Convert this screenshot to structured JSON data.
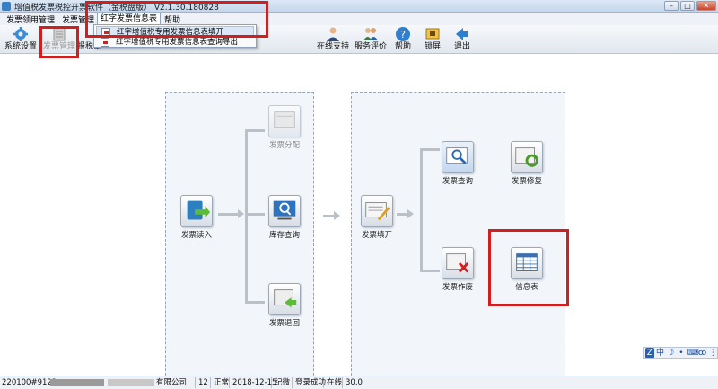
{
  "window": {
    "title": "增值税发票税控开票软件（金税盘版） V2.1.30.180828"
  },
  "menu": {
    "items": [
      "发票领用管理",
      "发票管理",
      "红字发票信息表",
      "帮助"
    ]
  },
  "dropdown": {
    "items": [
      "红字增值税专用发票信息表填开",
      "红字增值税专用发票信息表查询导出"
    ]
  },
  "toolbar": {
    "left": [
      "系统设置",
      "发票管理",
      "报税处"
    ],
    "right": [
      "在线支持",
      "服务评价",
      "帮助",
      "锁屏",
      "退出"
    ]
  },
  "flow": {
    "read": "发票读入",
    "distribute": "发票分配",
    "inventory": "库存查询",
    "return": "发票退回",
    "fill": "发票填开",
    "query": "发票查询",
    "repair": "发票修复",
    "void": "发票作废",
    "infotable": "信息表"
  },
  "ime": [
    "中",
    "☽",
    "•",
    "⌨",
    "ꝏ",
    "⋮"
  ],
  "status": {
    "code": "220100#9122",
    "company_suffix": "有限公司",
    "num": "12",
    "state": "正常",
    "date": "2018-12-15",
    "user": "纪微",
    "login": "登录成功",
    "online": "在线",
    "version": "30.0"
  },
  "colors": {
    "highlight": "#d11f1f",
    "panel_bg": "#f2f6fa",
    "connector": "#b9c0c8"
  }
}
